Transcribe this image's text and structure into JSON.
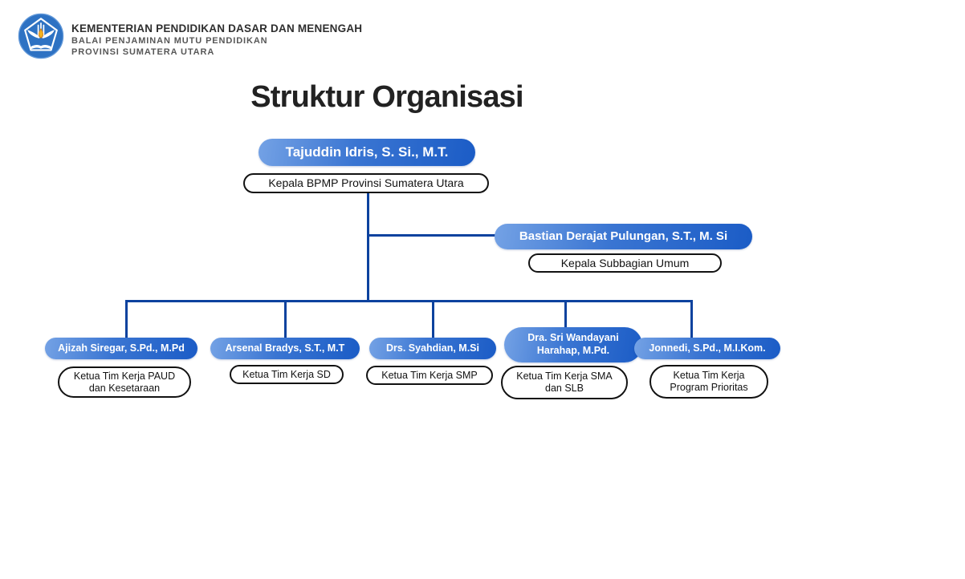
{
  "title": "Struktur Organisasi",
  "header": {
    "logo": "tut-wuri-handayani",
    "line1": "KEMENTERIAN PENDIDIKAN DASAR DAN MENENGAH",
    "line2": "BALAI PENJAMINAN MUTU PENDIDIKAN",
    "line3": "PROVINSI SUMATERA UTARA"
  },
  "colors": {
    "pill_gradient_start": "#74a2e5",
    "pill_gradient_end": "#1b5cc6",
    "connector_line": "#0c429e",
    "logo_blue": "#2e72c3",
    "flame_yellow": "#f2b21f",
    "title_text": "#222222",
    "header_subtext": "#575757"
  },
  "org_chart": {
    "type": "org-tree",
    "root": {
      "name": "Tajuddin Idris, S. Si., M.T.",
      "role": "Kepala BPMP Provinsi Sumatera Utara"
    },
    "staff": {
      "name": "Bastian Derajat Pulungan, S.T., M. Si",
      "role": "Kepala Subbagian Umum"
    },
    "children": [
      {
        "name": "Ajizah Siregar, S.Pd., M.Pd",
        "role": "Ketua Tim Kerja PAUD dan Kesetaraan"
      },
      {
        "name": "Arsenal Bradys, S.T., M.T",
        "role": "Ketua Tim Kerja SD"
      },
      {
        "name": "Drs. Syahdian, M.Si",
        "role": "Ketua Tim Kerja SMP"
      },
      {
        "name": "Dra. Sri Wandayani Harahap, M.Pd.",
        "role": "Ketua Tim Kerja SMA dan SLB"
      },
      {
        "name": "Jonnedi, S.Pd., M.I.Kom.",
        "role": "Ketua Tim Kerja Program Prioritas"
      }
    ]
  }
}
